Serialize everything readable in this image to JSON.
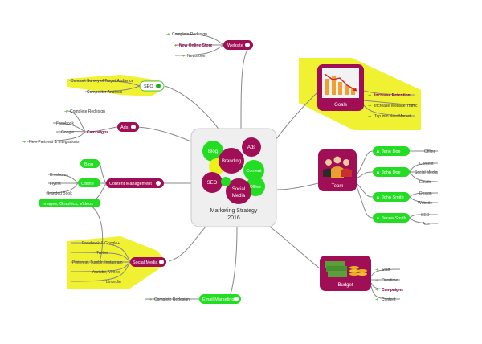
{
  "colors": {
    "magenta": "#a00f55",
    "green": "#22dd22",
    "yellow_highlight": "#eef01a",
    "line": "#777777",
    "center_bg": "#efefef"
  },
  "center": {
    "title_line1": "Marketing Strategy",
    "title_line2": "2016",
    "bubbles": {
      "blog": "Blog",
      "ads": "Ads",
      "branding": "Branding",
      "content": "Content",
      "seo": "SEO",
      "social_media_l1": "Social",
      "social_media_l2": "Media",
      "offline": "Offline"
    }
  },
  "website": {
    "label": "Website",
    "items": [
      "Complete Redesign",
      "New Online Store",
      "Newsroom"
    ]
  },
  "seo": {
    "label": "SEO",
    "items": [
      "Conduct Survey of Target Audience",
      "Competitor Analysis"
    ]
  },
  "ads": {
    "label": "Ads",
    "items": [
      "Complete Redesign",
      "Facebook",
      "Google",
      "New Partners & Integrations"
    ],
    "sub_label": "Campaigns"
  },
  "content_management": {
    "label": "Content Management",
    "blog": "Blog",
    "offline": "Offline",
    "offline_items": [
      "Brochures",
      "Flyers",
      "Branded Book"
    ],
    "images_label": "Images, Graphics, Videos"
  },
  "social_media": {
    "label": "Social Media",
    "items": [
      "Facebook & Google+",
      "Twitter",
      "Pinterest, Tumblr, Instagram",
      "Youtube, Vimeo",
      "Linkedin"
    ]
  },
  "email_marketing": {
    "label": "Email Marketing",
    "items": [
      "Complete Redesign"
    ]
  },
  "goals": {
    "label": "Goals",
    "items": [
      "Increase Retention",
      "Increase Website Traffic",
      "Tap into New Market"
    ]
  },
  "team": {
    "label": "Team",
    "members": [
      {
        "name": "Jane Doe",
        "tasks": [
          "Offline"
        ]
      },
      {
        "name": "John Doe",
        "tasks": [
          "Content",
          "Social Media",
          "Emails"
        ]
      },
      {
        "name": "John Smith",
        "tasks": [
          "Design",
          "Website"
        ]
      },
      {
        "name": "Jenna Smith",
        "tasks": [
          "SEO",
          "Ads"
        ]
      }
    ]
  },
  "budget": {
    "label": "Budget",
    "items": [
      "Staff",
      "Overtime",
      "Campaigns",
      "Content"
    ]
  }
}
